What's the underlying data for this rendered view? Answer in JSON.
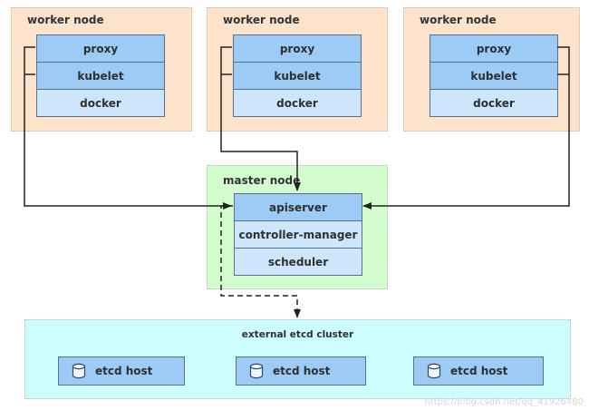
{
  "workers": [
    {
      "title": "worker node",
      "components": [
        "proxy",
        "kubelet",
        "docker"
      ]
    },
    {
      "title": "worker node",
      "components": [
        "proxy",
        "kubelet",
        "docker"
      ]
    },
    {
      "title": "worker node",
      "components": [
        "proxy",
        "kubelet",
        "docker"
      ]
    }
  ],
  "master": {
    "title": "master node",
    "components": [
      "apiserver",
      "controller-manager",
      "scheduler"
    ]
  },
  "etcd": {
    "title": "external etcd cluster",
    "hosts": [
      "etcd host",
      "etcd host",
      "etcd host"
    ]
  },
  "watermark": "https://blog.csdn.net/qq_41926480",
  "colors": {
    "worker_bg": "#fde3cb",
    "master_bg": "#d3fccf",
    "etcd_bg": "#cdfdfe",
    "component_dark": "#9ccbf6",
    "component_light": "#cde6fb",
    "line": "#222222"
  }
}
